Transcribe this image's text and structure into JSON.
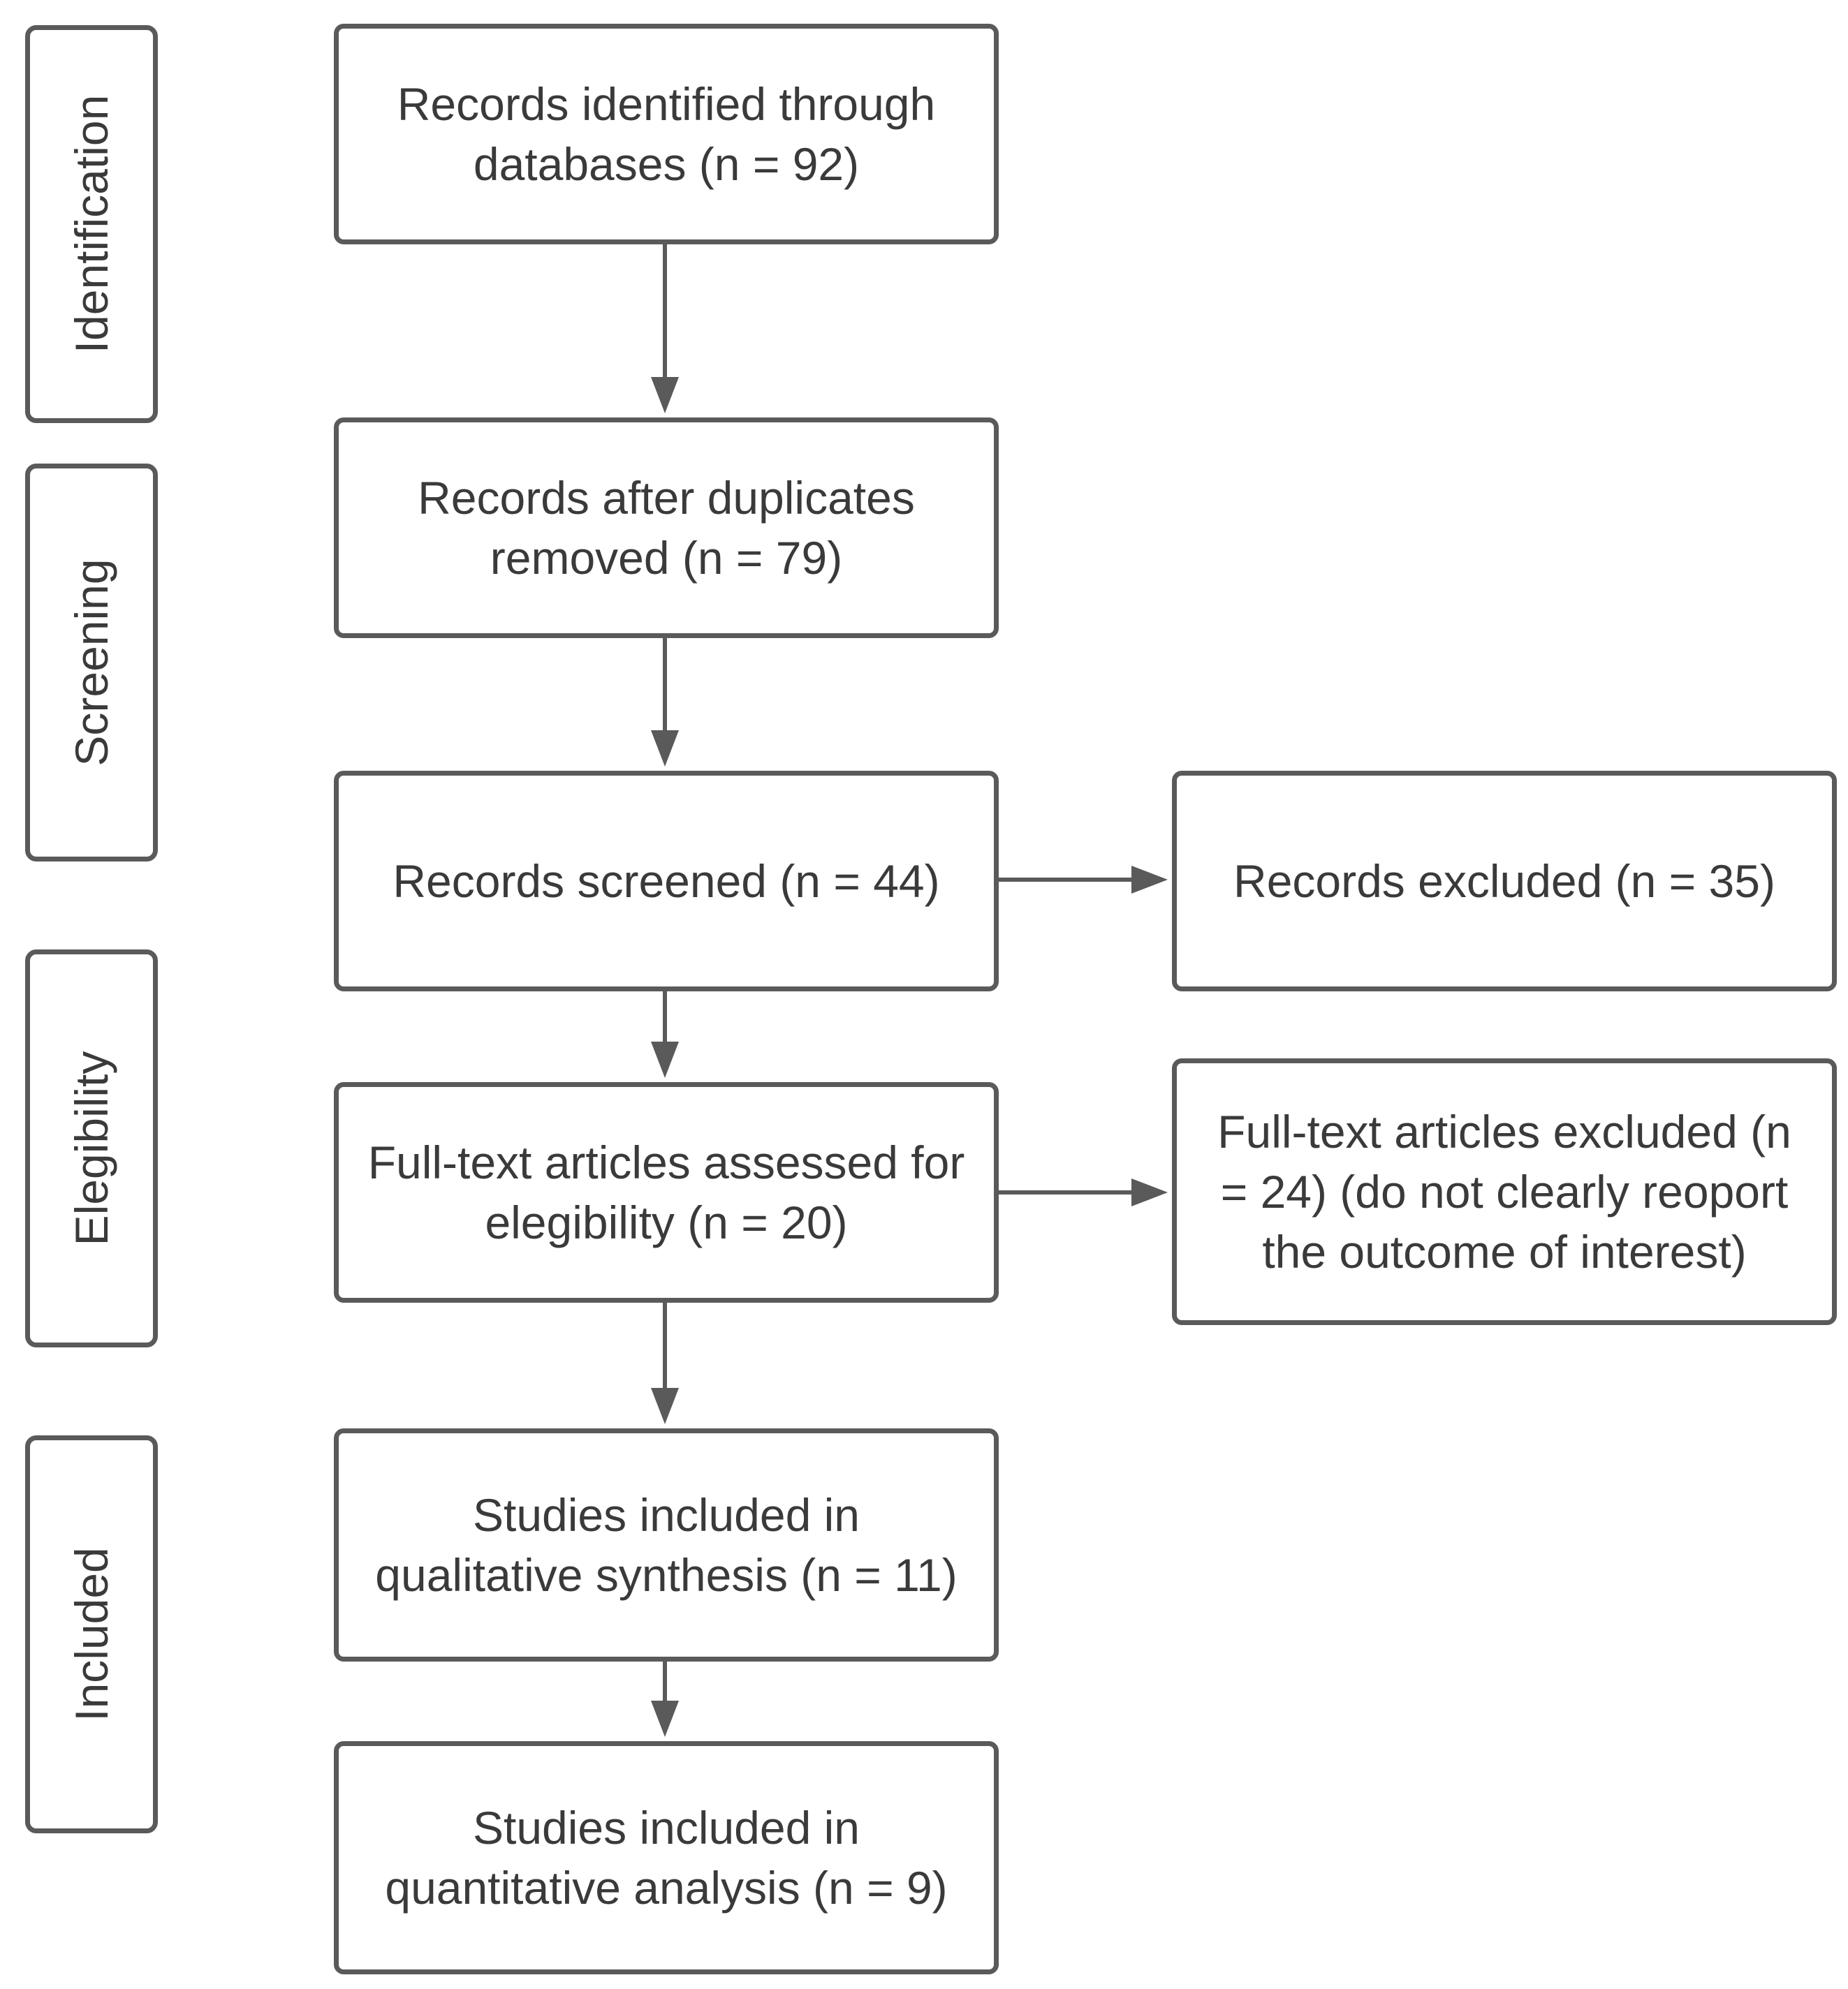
{
  "phases": {
    "identification": "Identification",
    "screening": "Screening",
    "elegibility": "Elegibility",
    "included": "Included"
  },
  "boxes": {
    "records_identified": "Records identified through databases (n = 92)",
    "records_after_duplicates": "Records after duplicates removed (n = 79)",
    "records_screened": "Records screened (n = 44)",
    "records_excluded": "Records excluded (n = 35)",
    "fulltext_assessed": "Full-text articles assessed for elegibility (n = 20)",
    "fulltext_excluded": "Full-text articles excluded (n = 24) (do not clearly reoport the outcome of interest)",
    "qualitative_synthesis": "Studies included in qualitative synthesis (n = 11)",
    "quantitative_analysis": "Studies included in quantitative analysis (n = 9)"
  },
  "colors": {
    "stroke": "#5a5a5a",
    "text": "#3a3a3a",
    "background": "#ffffff"
  }
}
